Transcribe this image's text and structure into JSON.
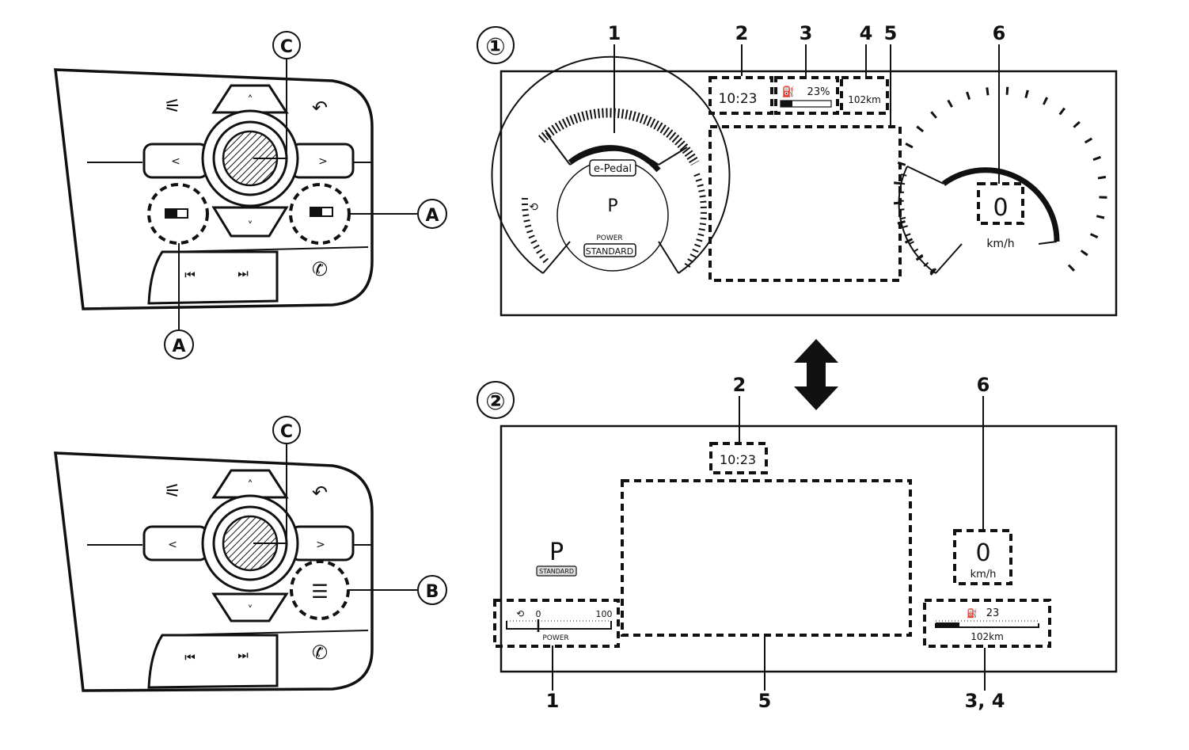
{
  "steering_switches": {
    "callout_a": "A",
    "callout_b": "B",
    "callout_c": "C"
  },
  "display_1": {
    "mode_number": "①",
    "callouts": [
      "1",
      "2",
      "3",
      "4",
      "5",
      "6"
    ],
    "clock": "10:23",
    "battery_percent": "23%",
    "range": "102km",
    "epedal_label": "e-Pedal",
    "gear": "P",
    "power_label": "POWER",
    "drive_mode": "STANDARD",
    "speed": "0",
    "speed_unit": "km/h"
  },
  "display_2": {
    "mode_number": "②",
    "callouts": [
      "1",
      "2",
      "5",
      "6",
      "3, 4"
    ],
    "clock": "10:23",
    "gear": "P",
    "drive_mode": "STANDARD",
    "power_scale_min": "0",
    "power_scale_max": "100",
    "power_label": "POWER",
    "speed": "0",
    "speed_unit": "km/h",
    "battery_percent": "23",
    "range": "102km"
  }
}
